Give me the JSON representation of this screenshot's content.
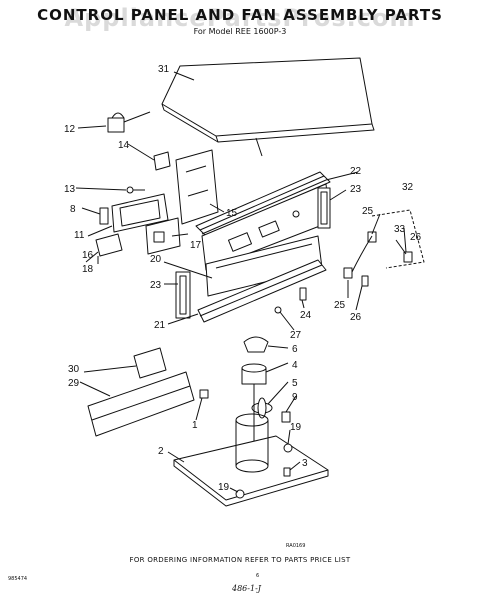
{
  "header": {
    "title": "CONTROL PANEL AND FAN ASSEMBLY PARTS",
    "subtitle": "For Model REE 1600P-3",
    "watermark": "AppliancePartsPros.com"
  },
  "callouts": {
    "c1": "1",
    "c2": "2",
    "c3": "3",
    "c4": "4",
    "c5": "5",
    "c6": "6",
    "c8": "8",
    "c9": "9",
    "c11": "11",
    "c12": "12",
    "c13": "13",
    "c14": "14",
    "c15": "15",
    "c16": "16",
    "c17": "17",
    "c18": "18",
    "c19a": "19",
    "c19b": "19",
    "c20": "20",
    "c21": "21",
    "c22": "22",
    "c23a": "23",
    "c23b": "23",
    "c24": "24",
    "c25a": "25",
    "c25b": "25",
    "c26a": "26",
    "c26b": "26",
    "c27": "27",
    "c29": "29",
    "c30": "30",
    "c31": "31",
    "c32": "32",
    "c33": "33"
  },
  "footer": {
    "diagram_code": "RA0169",
    "ordering_note": "FOR ORDERING INFORMATION REFER TO PARTS PRICE LIST",
    "ref_code": "985474",
    "page_number": "6",
    "signature": "486-1-J"
  }
}
